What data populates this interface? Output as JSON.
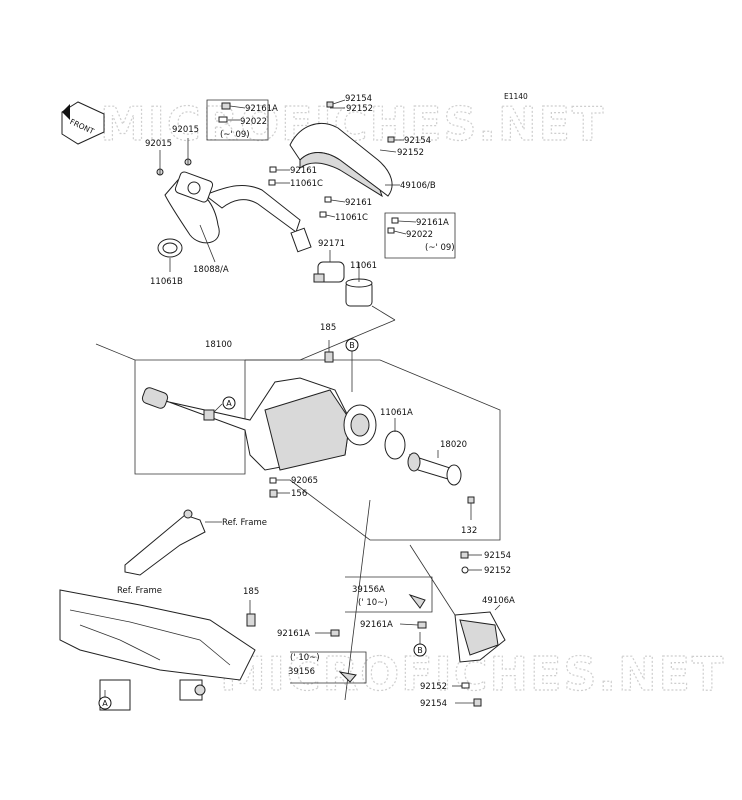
{
  "diagram": {
    "code": "E1140",
    "watermark": "MICROFICHES.NET",
    "front_label": "FRONT",
    "parts": {
      "p92154_a": "92154",
      "p92152_a": "92152",
      "p92161a_a": "92161A",
      "p92022_a": "92022",
      "p_09_a": "(~' 09)",
      "p92015_a": "92015",
      "p92015_b": "92015",
      "p92154_b": "92154",
      "p92152_b": "92152",
      "p92161_a": "92161",
      "p11061c_a": "11061C",
      "p49106b": "49106/B",
      "p92161_b": "92161",
      "p11061c_b": "11061C",
      "p92161a_b": "92161A",
      "p92022_b": "92022",
      "p_09_b": "(~' 09)",
      "p92171": "92171",
      "p18088a": "18088/A",
      "p11061b": "11061B",
      "p11061": "11061",
      "p185_a": "185",
      "p18100": "18100",
      "p11061a": "11061A",
      "p18020": "18020",
      "p92065": "92065",
      "p156": "156",
      "p132": "132",
      "ref_frame_a": "Ref. Frame",
      "ref_frame_b": "Ref. Frame",
      "p185_b": "185",
      "p92154_c": "92154",
      "p92152_c": "92152",
      "p39156a": "39156A",
      "p_10_a": "(' 10~)",
      "p49106a": "49106A",
      "p92161a_c": "92161A",
      "p92161a_d": "92161A",
      "p_10_b": "(' 10~)",
      "p39156": "39156",
      "p92152_d": "92152",
      "p92154_d": "92154"
    },
    "callouts": {
      "a": "A",
      "b": "B"
    }
  }
}
